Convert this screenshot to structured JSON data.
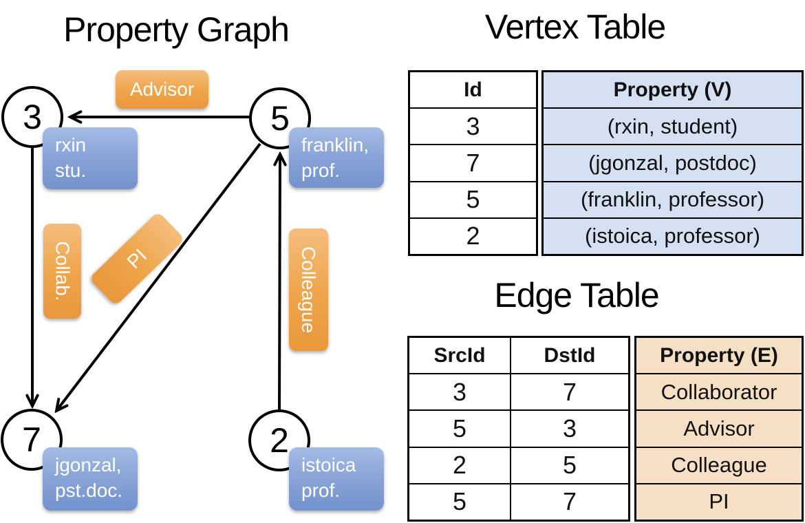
{
  "graph": {
    "title": "Property Graph",
    "vertices": [
      {
        "id": "3",
        "line1": "rxin",
        "line2": "stu."
      },
      {
        "id": "5",
        "line1": "franklin,",
        "line2": "prof."
      },
      {
        "id": "7",
        "line1": "jgonzal,",
        "line2": "pst.doc."
      },
      {
        "id": "2",
        "line1": "istoica",
        "line2": "prof."
      }
    ],
    "edge_labels": {
      "advisor": "Advisor",
      "collab": "Collab.",
      "pi": "PI",
      "colleague": "Colleague"
    }
  },
  "vertex_table": {
    "title": "Vertex Table",
    "headers": {
      "id": "Id",
      "property": "Property (V)"
    },
    "rows": [
      {
        "id": "3",
        "property": "(rxin, student)"
      },
      {
        "id": "7",
        "property": "(jgonzal, postdoc)"
      },
      {
        "id": "5",
        "property": "(franklin, professor)"
      },
      {
        "id": "2",
        "property": "(istoica, professor)"
      }
    ]
  },
  "edge_table": {
    "title": "Edge Table",
    "headers": {
      "src": "SrcId",
      "dst": "DstId",
      "property": "Property (E)"
    },
    "rows": [
      {
        "src": "3",
        "dst": "7",
        "property": "Collaborator"
      },
      {
        "src": "5",
        "dst": "3",
        "property": "Advisor"
      },
      {
        "src": "2",
        "dst": "5",
        "property": "Colleague"
      },
      {
        "src": "5",
        "dst": "7",
        "property": "PI"
      }
    ]
  },
  "colors": {
    "edge_label_orange": "#EFA64D",
    "vertex_label_blue": "#8AA5D8",
    "vertex_table_fill": "#D5E0F2",
    "edge_table_fill": "#F5DFC5",
    "line_black": "#000000"
  }
}
